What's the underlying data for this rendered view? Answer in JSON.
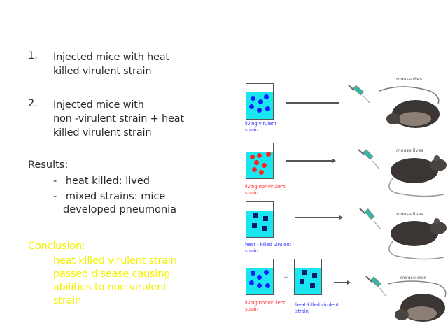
{
  "left_text": {
    "steps": [
      {
        "number": "1.",
        "lines": [
          "Injected mice with heat",
          "killed virulent strain"
        ]
      },
      {
        "number": "2.",
        "lines": [
          "Injected mice with",
          "non -virulent strain  +  heat",
          "killed virulent strain"
        ]
      }
    ],
    "results": {
      "heading": "Results:",
      "items": [
        {
          "bullet": "-",
          "lines": [
            "heat killed:  lived"
          ]
        },
        {
          "bullet": "-",
          "lines": [
            "mixed strains:  mice",
            "developed pneumonia"
          ]
        }
      ]
    },
    "conclusion": {
      "heading": "Conclusion:",
      "lines": [
        "heat killed virulent strain",
        "passed disease causing",
        "abilities to non virulent",
        "strain"
      ],
      "color": "#f2f200"
    }
  },
  "diagram": {
    "rows": [
      {
        "beaker_label": [
          "living virulent",
          "strain"
        ],
        "label_color": "#3a3aff",
        "outcome": "mouse dies",
        "particles": "blue-dots"
      },
      {
        "beaker_label": [
          "living nonvirulent",
          "strain"
        ],
        "label_color": "#ff3030",
        "outcome": "mouse lives",
        "particles": "red-dots"
      },
      {
        "beaker_label": [
          "heat - killed virulent",
          "strain"
        ],
        "label_color": "#3a3aff",
        "outcome": "mouse lives",
        "particles": "dark-squares"
      },
      {
        "beaker_label": [
          "living nonvirulent",
          "strain"
        ],
        "label_color": "#ff3030",
        "second_beaker_label": [
          "heat-killed virulent",
          "strain"
        ],
        "second_label_color": "#3a3aff",
        "plus": "+",
        "outcome": "mouse dies",
        "particles": "blue-dots + dark-squares"
      }
    ],
    "colors": {
      "liquid": "#19e6ee",
      "virulent_dot": "#1a1aff",
      "nonvirulent_dot": "#ff2020",
      "heat_killed": "#0a1a6e"
    }
  }
}
